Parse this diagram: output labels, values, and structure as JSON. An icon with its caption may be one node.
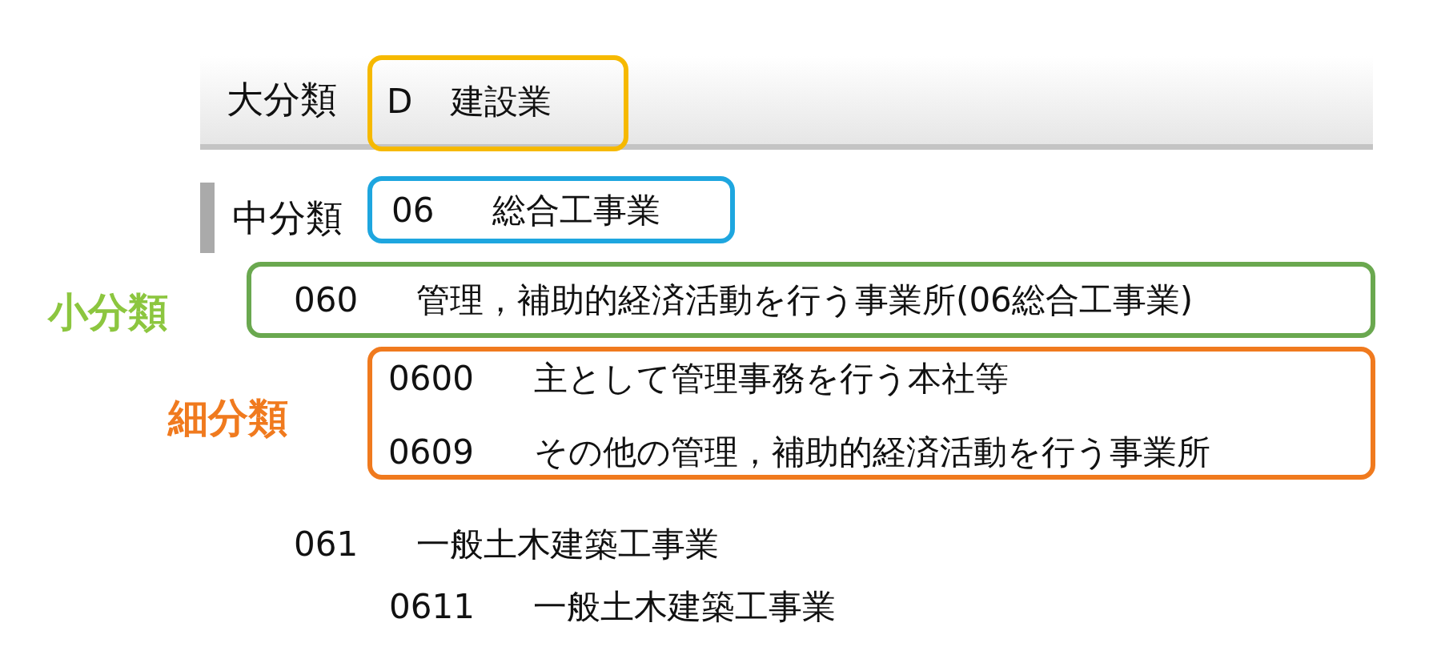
{
  "diagram": {
    "nodes": [
      {
        "text": [
          "D",
          "建設業"
        ]
      },
      {
        "text": [
          "06",
          "総合工事業"
        ]
      },
      {
        "text": [
          "060",
          "管理，補助的経済活動を行う事業所(06総合工事業)"
        ]
      },
      {
        "text": [
          "0600",
          "主として管理事務を行う本社等",
          "0609",
          "その他の管理，補助的経済活動を行う事業所"
        ]
      }
    ],
    "edges": [],
    "labels": [
      "大分類",
      "中分類",
      "小分類",
      "細分類",
      "061",
      "一般土木建築工事業",
      "0611",
      "一般土木建築工事業"
    ]
  }
}
